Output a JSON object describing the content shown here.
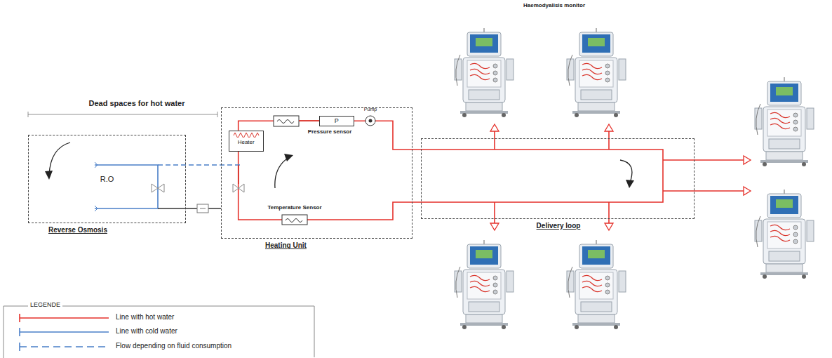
{
  "diagram": {
    "nodes": [
      {
        "text": [
          "R.O",
          "Reverse Osmosis"
        ]
      },
      {
        "text": [
          "Heating Unit"
        ]
      },
      {
        "text": [
          "Heater"
        ],
        "in": 1
      },
      {
        "text": [
          "P"
        ],
        "in": 1
      },
      {
        "text": [
          "Delivery loop"
        ]
      }
    ],
    "edges": [
      {
        "from": 0,
        "to": 1,
        "arrow": "none"
      },
      {
        "from": 2,
        "to": 3,
        "arrow": "none"
      },
      {
        "from": 3,
        "to": 4,
        "arrow": "none"
      },
      {
        "from": 4,
        "to": 2,
        "arrow": "none"
      }
    ],
    "labels": [
      "Dead spaces for hot water",
      "Pressure sensor",
      "Pump",
      "Temperature Sensor",
      "Haemodyalisis monitor",
      "LEGENDE"
    ],
    "legend": [
      {
        "text": "Line with hot water"
      },
      {
        "text": "Line with cold water"
      },
      {
        "text": "Flow depending on fluid consumption"
      }
    ]
  }
}
